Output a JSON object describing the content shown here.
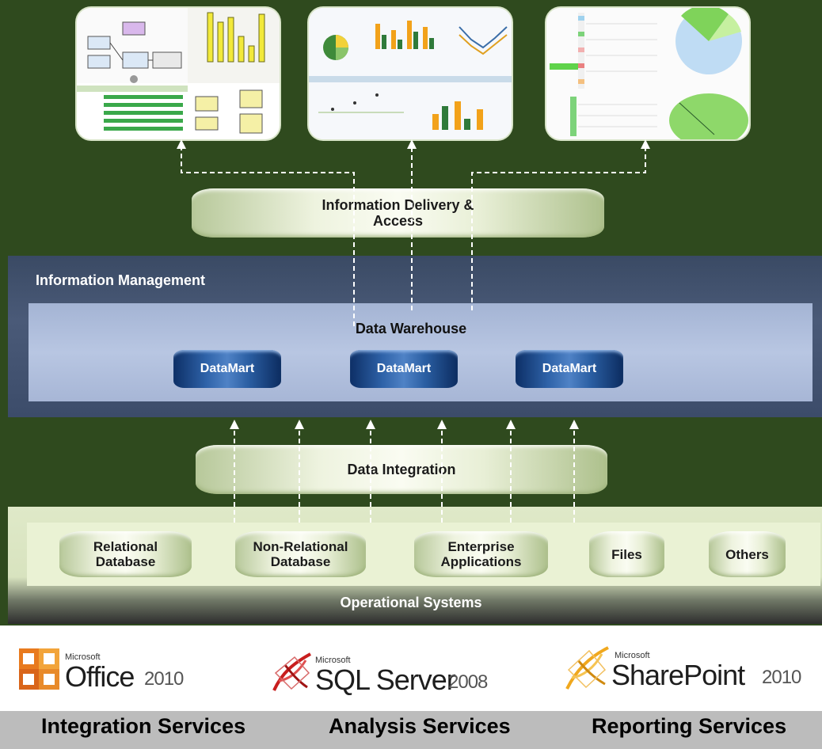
{
  "delivery": {
    "label_line1": "Information Delivery &",
    "label_line2": "Access"
  },
  "information_management": {
    "title": "Information Management",
    "warehouse_label": "Data Warehouse",
    "datamarts": [
      "DataMart",
      "DataMart",
      "DataMart"
    ]
  },
  "integration": {
    "label": "Data Integration"
  },
  "operational": {
    "label": "Operational Systems",
    "sources": [
      {
        "line1": "Relational",
        "line2": "Database"
      },
      {
        "line1": "Non-Relational",
        "line2": "Database"
      },
      {
        "line1": "Enterprise",
        "line2": "Applications"
      },
      {
        "line1": "Files",
        "line2": ""
      },
      {
        "line1": "Others",
        "line2": ""
      }
    ]
  },
  "logos": {
    "office": {
      "brand": "Microsoft",
      "name": "Office",
      "version": "2010"
    },
    "sql": {
      "brand": "Microsoft",
      "name": "SQL Server",
      "version": "2008"
    },
    "sharepoint": {
      "brand": "Microsoft",
      "name": "SharePoint",
      "version": "2010"
    }
  },
  "services": [
    "Integration Services",
    "Analysis Services",
    "Reporting Services"
  ],
  "colors": {
    "background": "#2f4a1e",
    "datamart": "#2e62a8",
    "info_panel": "#4a5a78",
    "warehouse_panel": "#b8c6e2",
    "operational_panel": "#eaf2d4",
    "services_bar": "#bcbcbc"
  }
}
